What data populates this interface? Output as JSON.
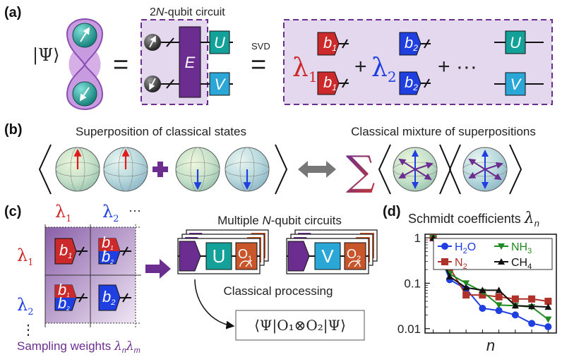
{
  "panel_a": {
    "label": "(a)",
    "circuit_title_pre": "2",
    "circuit_title_n": "N",
    "circuit_title_post": "-qubit circuit",
    "psi": "|Ψ⟩",
    "equals": "=",
    "svd": "SVD",
    "gate_e": "E",
    "gate_u": "U",
    "gate_v": "V",
    "lambda1": "λ",
    "lambda1_sub": "1",
    "lambda2": "λ",
    "lambda2_sub": "2",
    "b1": "b",
    "b1_sub": "1",
    "b2": "b",
    "b2_sub": "2",
    "plus": "+",
    "plus_dots": "+ ···"
  },
  "panel_b": {
    "label": "(b)",
    "left_title": "Superposition of classical states",
    "right_title": "Classical mixture of superpositions",
    "sigma": "∑"
  },
  "panel_c": {
    "label": "(c)",
    "lambda1": "λ",
    "lambda1_sub": "1",
    "lambda2": "λ",
    "lambda2_sub": "2",
    "hdots": "···",
    "vdots": "⋮",
    "b1": "b",
    "b2": "b",
    "sub1": "1",
    "sub2": "2",
    "plus": "+",
    "sampling_pre": "Sampling weights ",
    "sampling_math": "λ",
    "sampling_sub_n": "n",
    "sampling_sub_m": "m",
    "multi_title_pre": "Multiple ",
    "multi_title_n": "N",
    "multi_title_post": "-qubit circuits",
    "gate_u": "U",
    "gate_v": "V",
    "o1": "O",
    "o1_sub": "1",
    "o2": "O",
    "o2_sub": "2",
    "classical_processing": "Classical processing",
    "expectation": "⟨Ψ|O₁⊗O₂|Ψ⟩"
  },
  "panel_d": {
    "label": "(d)",
    "title_pre": "Schmidt coefficients ",
    "title_math": "λ",
    "title_sub": "n"
  },
  "colors": {
    "purple": "#6b2d90",
    "lavender": "#e4d8ee",
    "red": "#cc2a2a",
    "blue": "#1f3fe0",
    "teal": "#13a19a",
    "cyan": "#2aa7d6",
    "orange": "#c8562a",
    "gray_arrow": "#777777",
    "h2o": "#1f3fe0",
    "n2": "#b0302a",
    "nh3": "#1f8a1f",
    "ch4": "#111111"
  },
  "chart_data": {
    "type": "line",
    "title": "Schmidt coefficients λn",
    "xlabel": "n",
    "ylabel": "",
    "yscale": "log",
    "ylim": [
      0.008,
      1.2
    ],
    "xlim": [
      0.5,
      8.5
    ],
    "yticks": [
      "1",
      "0.1",
      "0.01"
    ],
    "legend_position": "top-right",
    "series": [
      {
        "name": "H2O",
        "marker": "circle",
        "color": "#1f3fe0",
        "x": [
          1,
          2,
          3,
          4,
          5,
          6,
          7,
          8
        ],
        "values": [
          1.0,
          0.12,
          0.075,
          0.028,
          0.025,
          0.02,
          0.013,
          0.011
        ]
      },
      {
        "name": "N2",
        "marker": "square",
        "color": "#b0302a",
        "x": [
          1,
          2,
          3,
          4,
          5,
          6,
          7,
          8
        ],
        "values": [
          1.0,
          0.22,
          0.055,
          0.055,
          0.05,
          0.045,
          0.045,
          0.04
        ]
      },
      {
        "name": "NH3",
        "marker": "triangle-down",
        "color": "#1f8a1f",
        "x": [
          1,
          2,
          3,
          4,
          5,
          6,
          7,
          8
        ],
        "values": [
          1.0,
          0.16,
          0.1,
          0.065,
          0.033,
          0.032,
          0.03,
          0.016
        ]
      },
      {
        "name": "CH4",
        "marker": "triangle-up",
        "color": "#111111",
        "x": [
          1,
          2,
          3,
          4,
          5,
          6,
          7,
          8
        ],
        "values": [
          1.0,
          0.14,
          0.08,
          0.07,
          0.07,
          0.032,
          0.031,
          0.03
        ]
      }
    ]
  }
}
